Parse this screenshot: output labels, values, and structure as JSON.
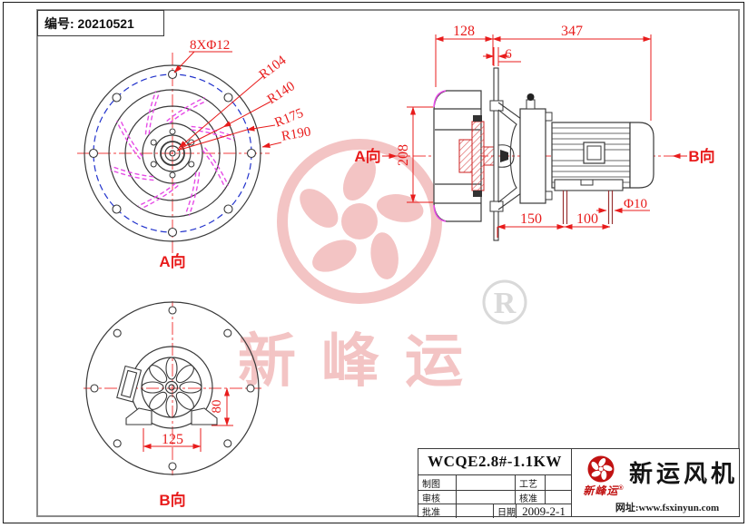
{
  "sheet": {
    "serial": "编号: 20210521"
  },
  "views": {
    "front": {
      "label": "A向",
      "dims": {
        "bolt_holes": "8XΦ12",
        "r_hub": "R104",
        "r_impeller": "R140",
        "r_bolt_circle": "R175",
        "r_outer": "R190"
      }
    },
    "side": {
      "label_a": "A向",
      "label_b": "B向",
      "dims": {
        "fan_width": "128",
        "motor_length": "347",
        "plate_thickness": "6",
        "inlet_height": "208",
        "foot_offset": "150",
        "foot_spacing": "100",
        "bolt_diameter": "Φ10"
      }
    },
    "back": {
      "label": "B向",
      "dims": {
        "foot_height": "80",
        "foot_width": "125"
      }
    }
  },
  "watermark": {
    "registered": "R",
    "brand": "新峰运"
  },
  "title_block": {
    "model": "WCQE2.8#-1.1KW",
    "labels": {
      "drafted": "制图",
      "process": "工艺",
      "checked": "审核",
      "approved": "核准",
      "ratified": "批准",
      "date": "日期"
    },
    "date_value": "2009-2-1",
    "company": {
      "script_brand": "新峰运",
      "registered": "®",
      "name": "新运风机",
      "website": "网址:www.fsxinyun.com"
    }
  },
  "colors": {
    "dimension_red": "#e81c1c",
    "bolt_circle_blue": "#2233cc",
    "blade_magenta": "#e64ce6",
    "watermark_pink": "#f3c4c4",
    "logo_red": "#c11212",
    "line_black": "#3a3a3a"
  }
}
